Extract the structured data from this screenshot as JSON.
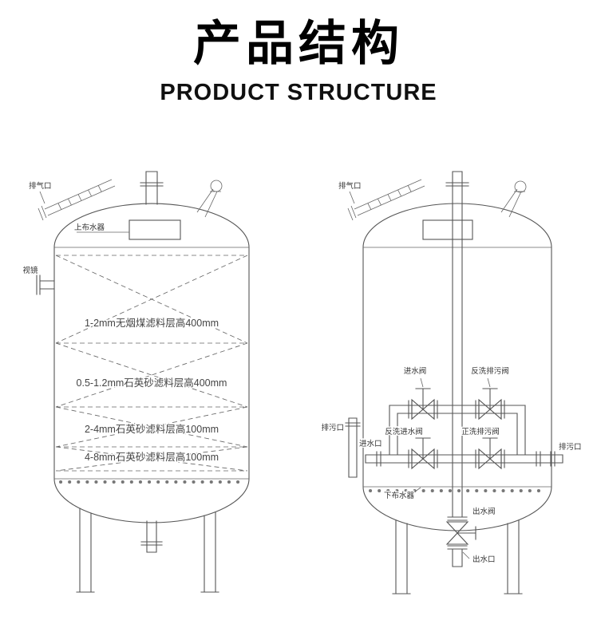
{
  "header": {
    "title": "产品结构",
    "subtitle": "PRODUCT STRUCTURE"
  },
  "left_tank": {
    "vent_label": "排气口",
    "upper_distributor_label": "上布水器",
    "sight_glass_label": "视镜",
    "layers": [
      {
        "label": "1-2mm无烟煤滤料层高400mm"
      },
      {
        "label": "0.5-1.2mm石英砂滤料层高400mm"
      },
      {
        "label": "2-4mm石英砂滤料层高100mm"
      },
      {
        "label": "4-8mm石英砂滤料层高100mm"
      }
    ]
  },
  "right_tank": {
    "vent_label": "排气口",
    "inlet_valve_label": "进水阀",
    "backwash_drain_valve_label": "反洗排污阀",
    "backwash_inlet_valve_label": "反洗进水阀",
    "rinse_drain_valve_label": "正洗排污阀",
    "drain_port_label": "排污口",
    "inlet_port_label": "进水口",
    "right_drain_port_label": "排污口",
    "lower_distributor_label": "下布水器",
    "outlet_valve_label": "出水阀",
    "outlet_port_label": "出水口"
  },
  "colors": {
    "line": "#555555",
    "dashed_line": "#666666",
    "label_text": "#333333",
    "title_text": "#000000",
    "background": "#ffffff"
  }
}
